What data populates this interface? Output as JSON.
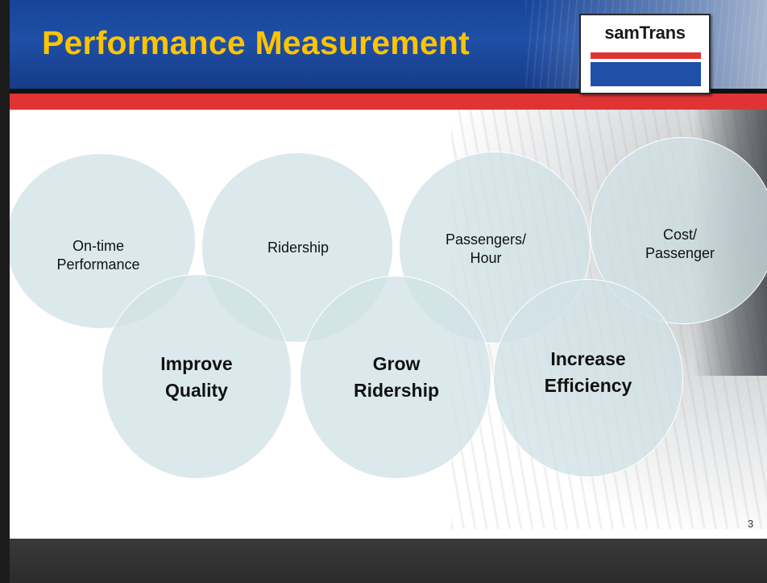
{
  "slide": {
    "title": "Performance Measurement",
    "logo_text": "samTrans",
    "page_number": "3",
    "colors": {
      "title_yellow": "#ffc400",
      "header_blue": "#1f4fa6",
      "band_red": "#e03434",
      "circle_fill": "#d0e2e6"
    }
  },
  "metrics": [
    {
      "label": "On-time Performance"
    },
    {
      "label": "Ridership"
    },
    {
      "label": "Passengers/ Hour"
    },
    {
      "label": "Cost/ Passenger"
    }
  ],
  "goals": [
    {
      "label": "Improve Quality"
    },
    {
      "label": "Grow Ridership"
    },
    {
      "label": "Increase Efficiency"
    }
  ]
}
